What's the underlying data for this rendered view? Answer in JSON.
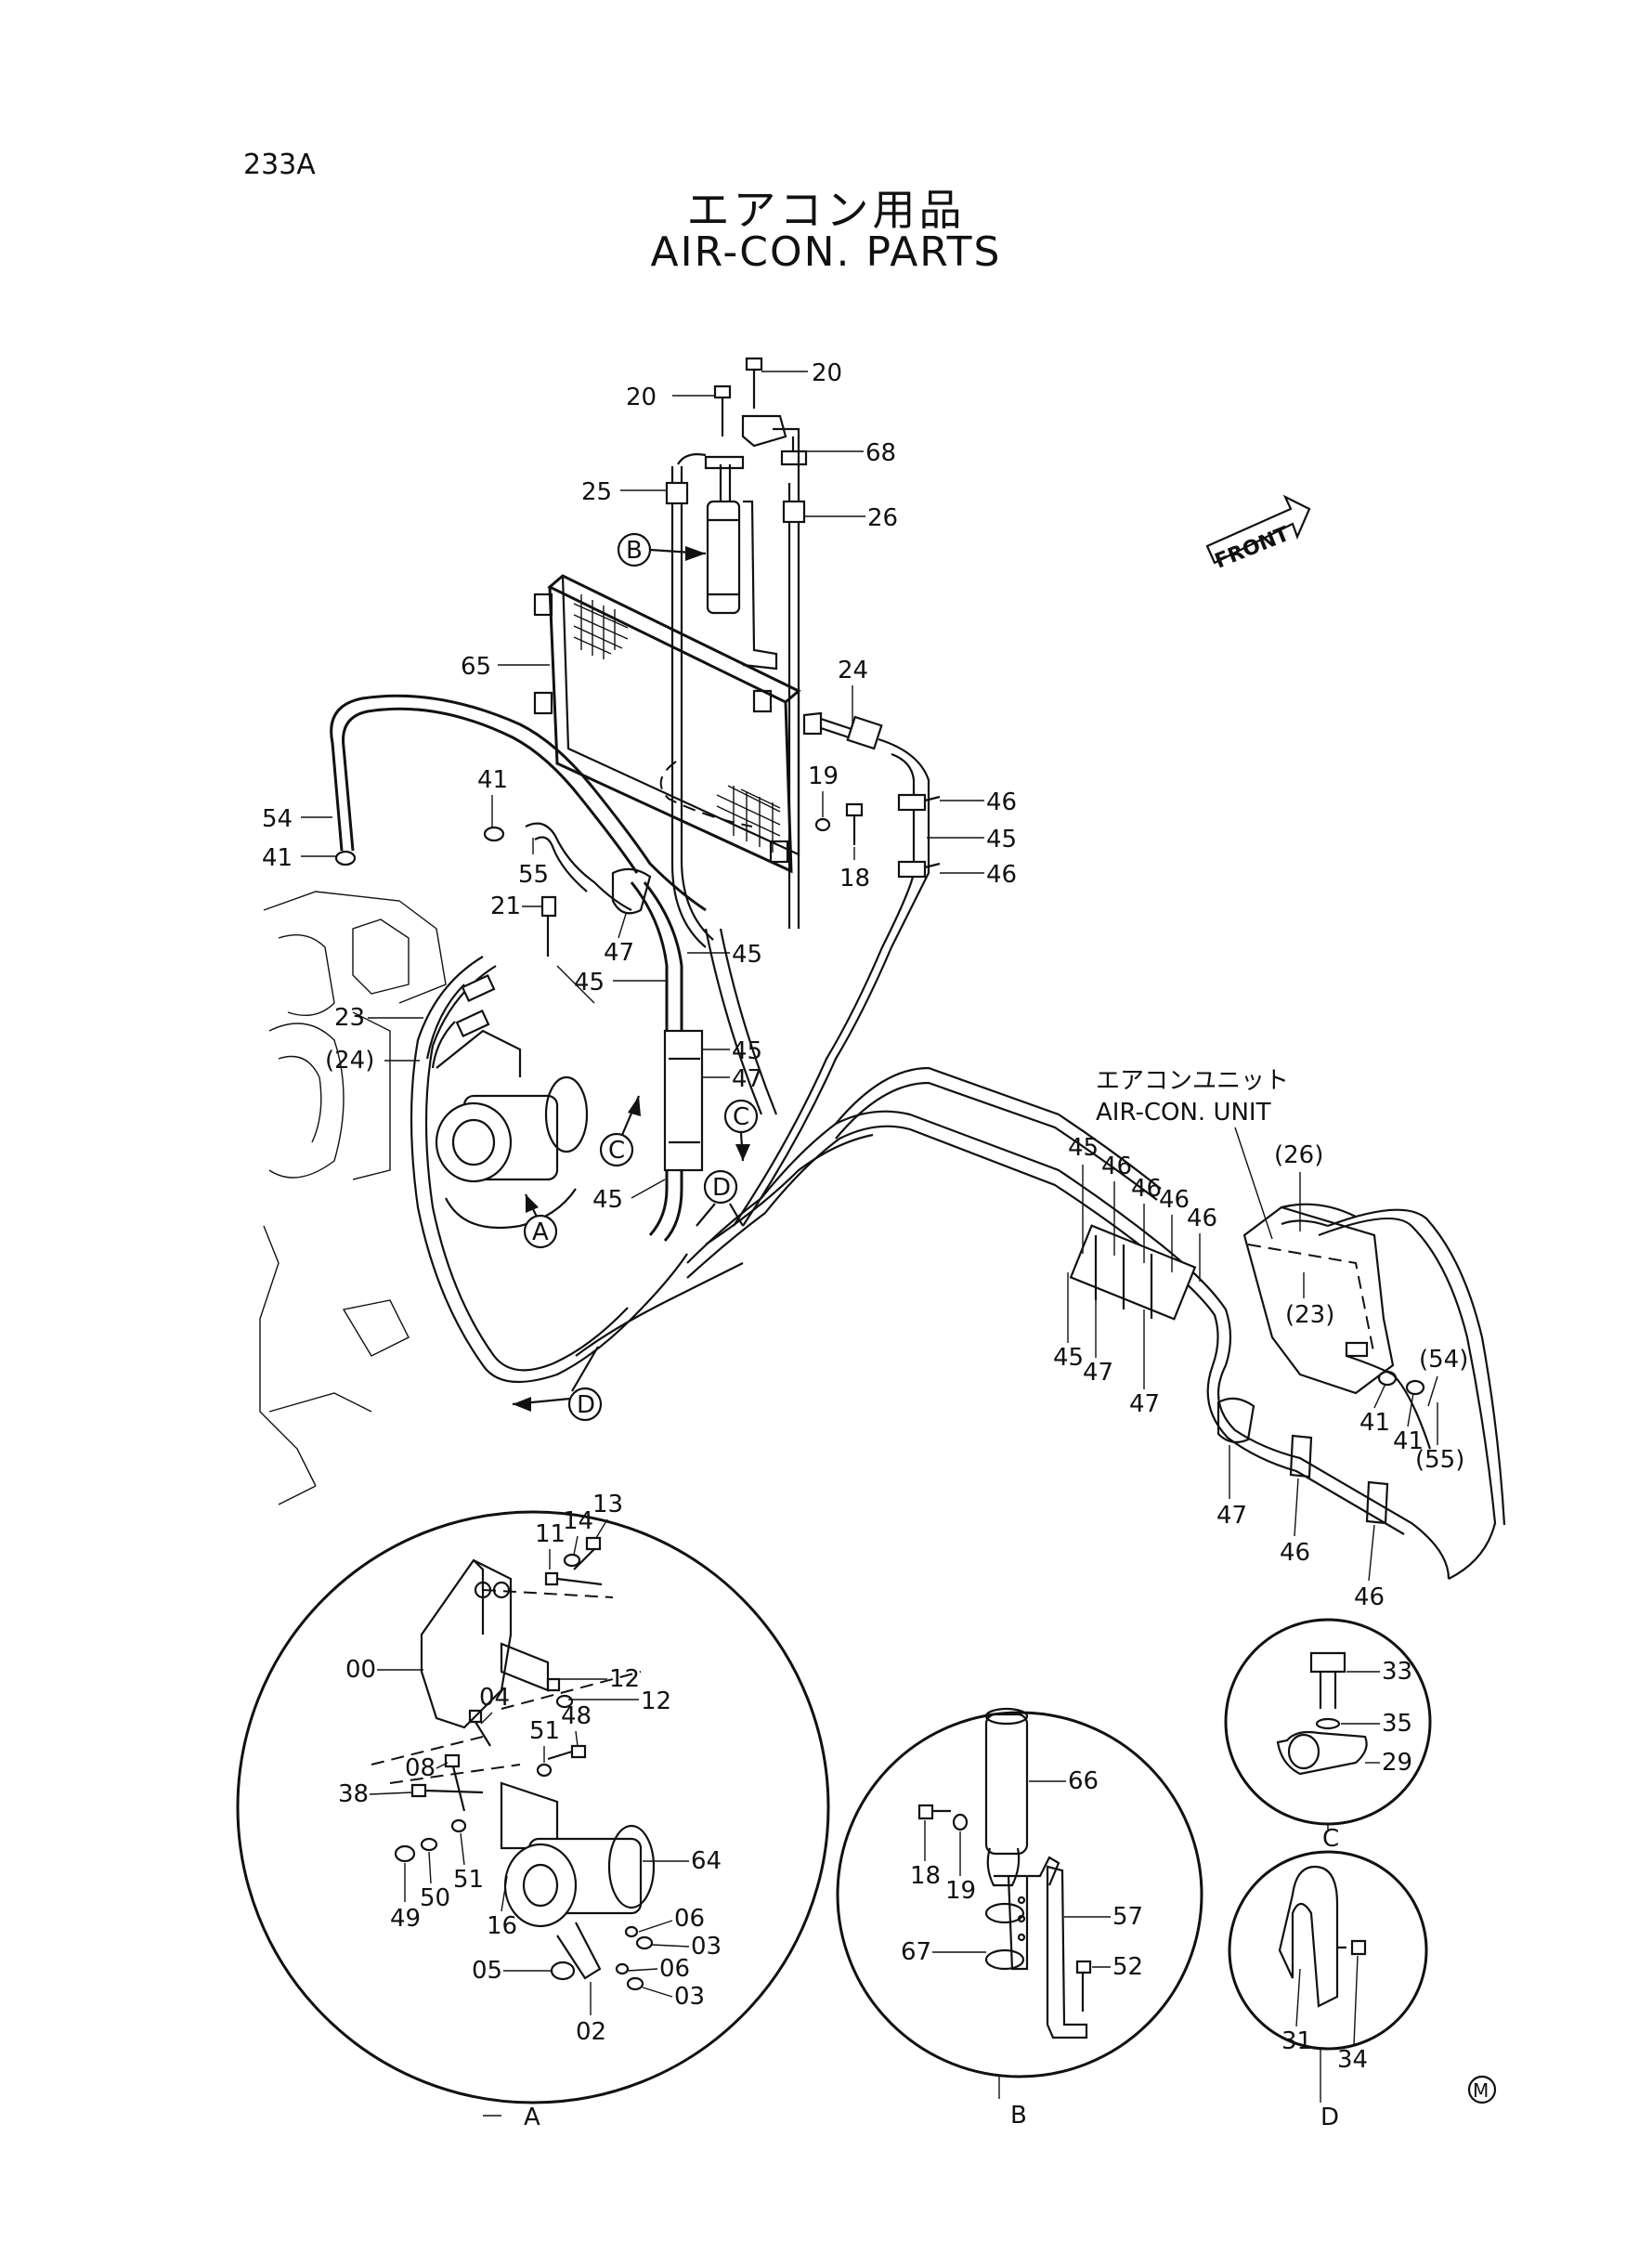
{
  "page_code": "233A",
  "title_jp": "エアコン用品",
  "title_en": "AIR-CON. PARTS",
  "front_label": "FRONT",
  "unit_label_jp": "エアコンユニット",
  "unit_label_en": "AIR-CON. UNIT",
  "views": {
    "a": "A",
    "b": "B",
    "c": "C",
    "d": "D"
  },
  "mark": "M",
  "callouts": {
    "p20a": "20",
    "p20b": "20",
    "p68": "68",
    "p25": "25",
    "p26": "26",
    "p24": "24",
    "p65": "65",
    "p54": "54",
    "p41a": "41",
    "p41b": "41",
    "p55": "55",
    "p21": "21",
    "p19": "19",
    "p18": "18",
    "p46a": "46",
    "p45a": "45",
    "p46b": "46",
    "p47a": "47",
    "p45b": "45",
    "p45c": "45",
    "p23": "23",
    "p24b": "(24)",
    "p45d": "45",
    "p47b": "47",
    "p45e": "45",
    "p45f": "45",
    "p46c": "46",
    "p46d": "46",
    "p46e": "46",
    "p46f": "46",
    "p26b": "(26)",
    "p23b": "(23)",
    "p45g": "45",
    "p47c": "47",
    "p47d": "47",
    "p54b": "(54)",
    "p41c": "41",
    "p41d": "41",
    "p55b": "(55)",
    "p47e": "47",
    "p46g": "46",
    "p46h": "46",
    "a11": "11",
    "a14": "14",
    "a13": "13",
    "a00": "00",
    "a12a": "12",
    "a12b": "12",
    "a04": "04",
    "a48": "48",
    "a51a": "51",
    "a08": "08",
    "a38": "38",
    "a64": "64",
    "a49": "49",
    "a50": "50",
    "a51b": "51",
    "a16": "16",
    "a06a": "06",
    "a03a": "03",
    "a05": "05",
    "a06b": "06",
    "a03b": "03",
    "a02": "02",
    "b66": "66",
    "b18": "18",
    "b19": "19",
    "b57": "57",
    "b67": "67",
    "b52": "52",
    "c33": "33",
    "c35": "35",
    "c29": "29",
    "d31": "31",
    "d34": "34"
  }
}
